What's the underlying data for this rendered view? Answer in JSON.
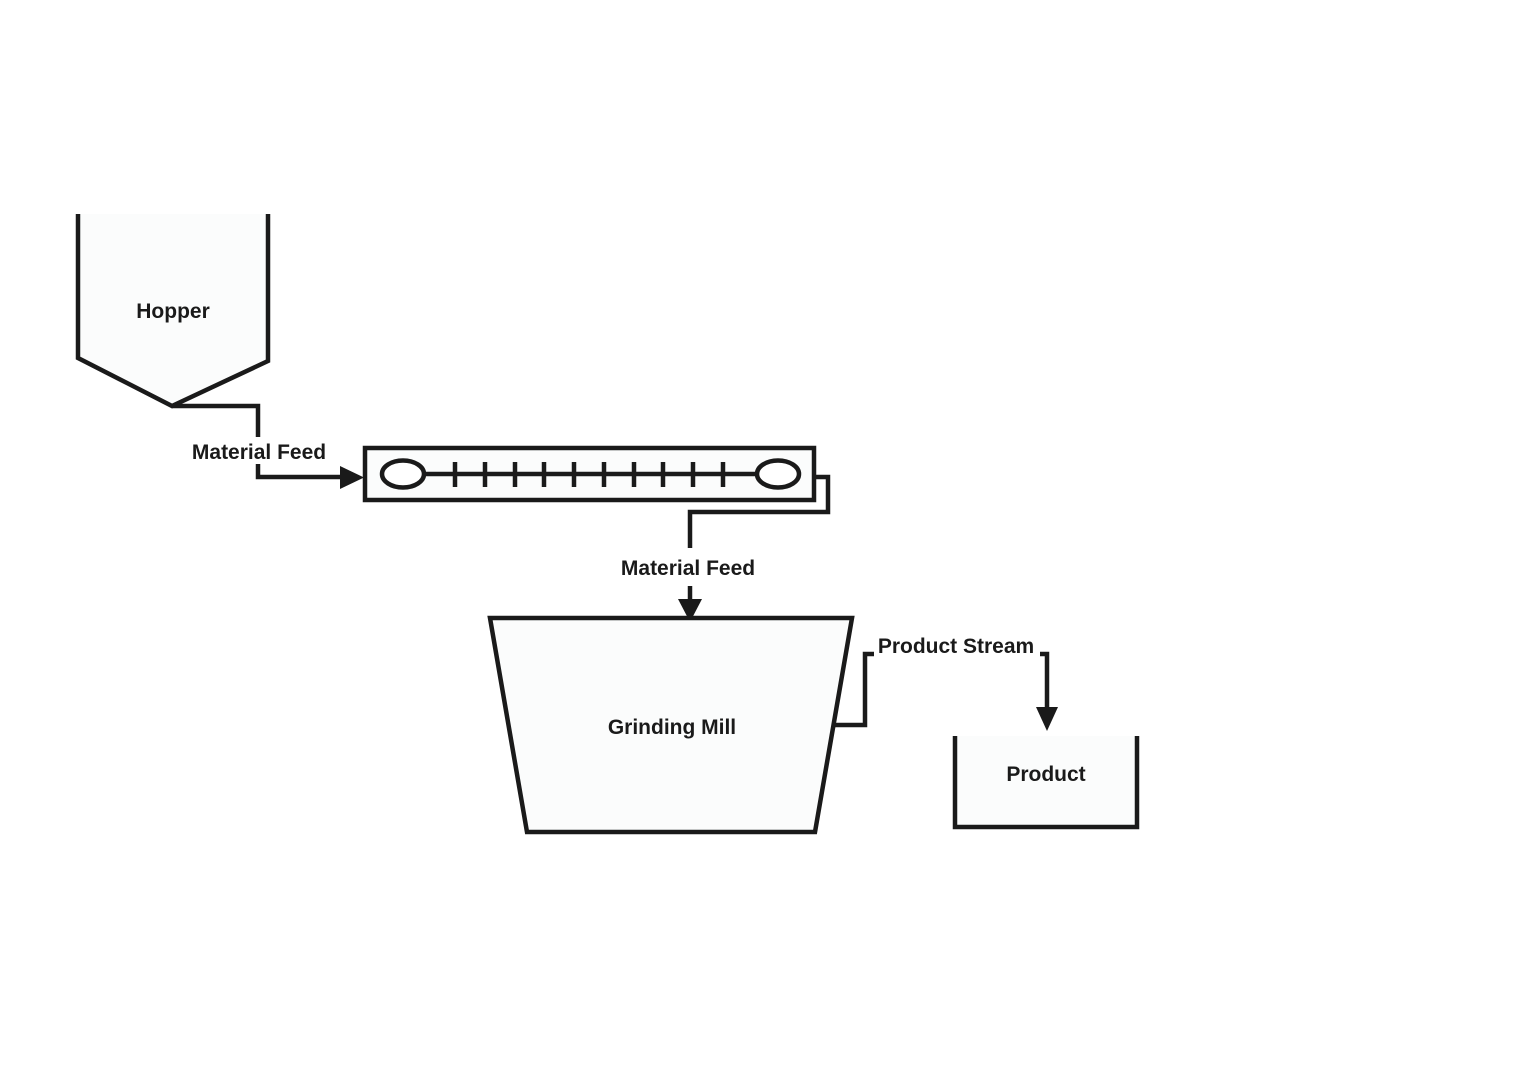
{
  "diagram": {
    "type": "process-flow",
    "nodes": {
      "hopper": {
        "label": "Hopper"
      },
      "grinding_mill": {
        "label": "Grinding Mill"
      },
      "product_bin": {
        "label": "Product"
      }
    },
    "streams": {
      "hopper_to_conveyor": {
        "label": "Material Feed"
      },
      "conveyor_to_mill": {
        "label": "Material Feed"
      },
      "mill_to_bin": {
        "label": "Product Stream"
      }
    },
    "colors": {
      "stroke": "#1a1a1a",
      "text": "#1a1a1a",
      "shape_fill": "#fbfcfc",
      "background": "#ffffff"
    }
  }
}
